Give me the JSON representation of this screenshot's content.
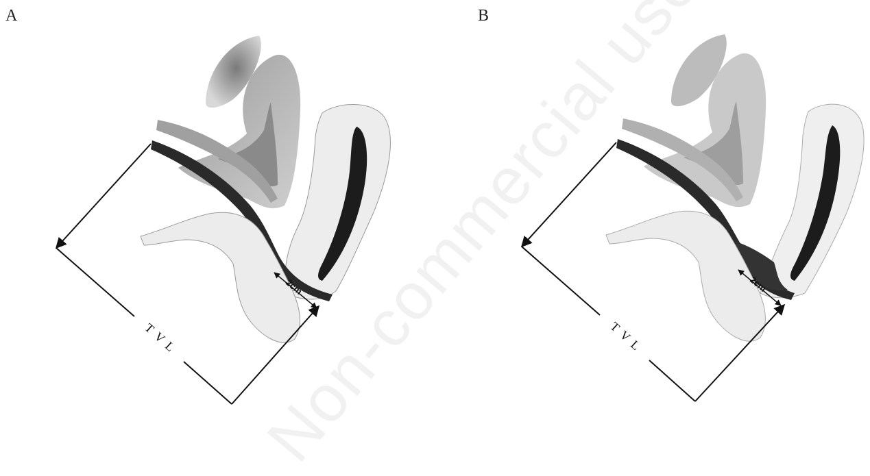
{
  "panels": [
    {
      "label": "A",
      "tvl_label": "TVL",
      "measure_label": "2cm"
    },
    {
      "label": "B",
      "tvl_label": "TVL",
      "measure_label": "2cm"
    }
  ],
  "watermark": "Non-commercial use only",
  "colors": {
    "gray_tissue": "#a8a8a8",
    "dark_tissue": "#2a2a2a",
    "light_tissue": "#ececec",
    "line": "#111111"
  }
}
